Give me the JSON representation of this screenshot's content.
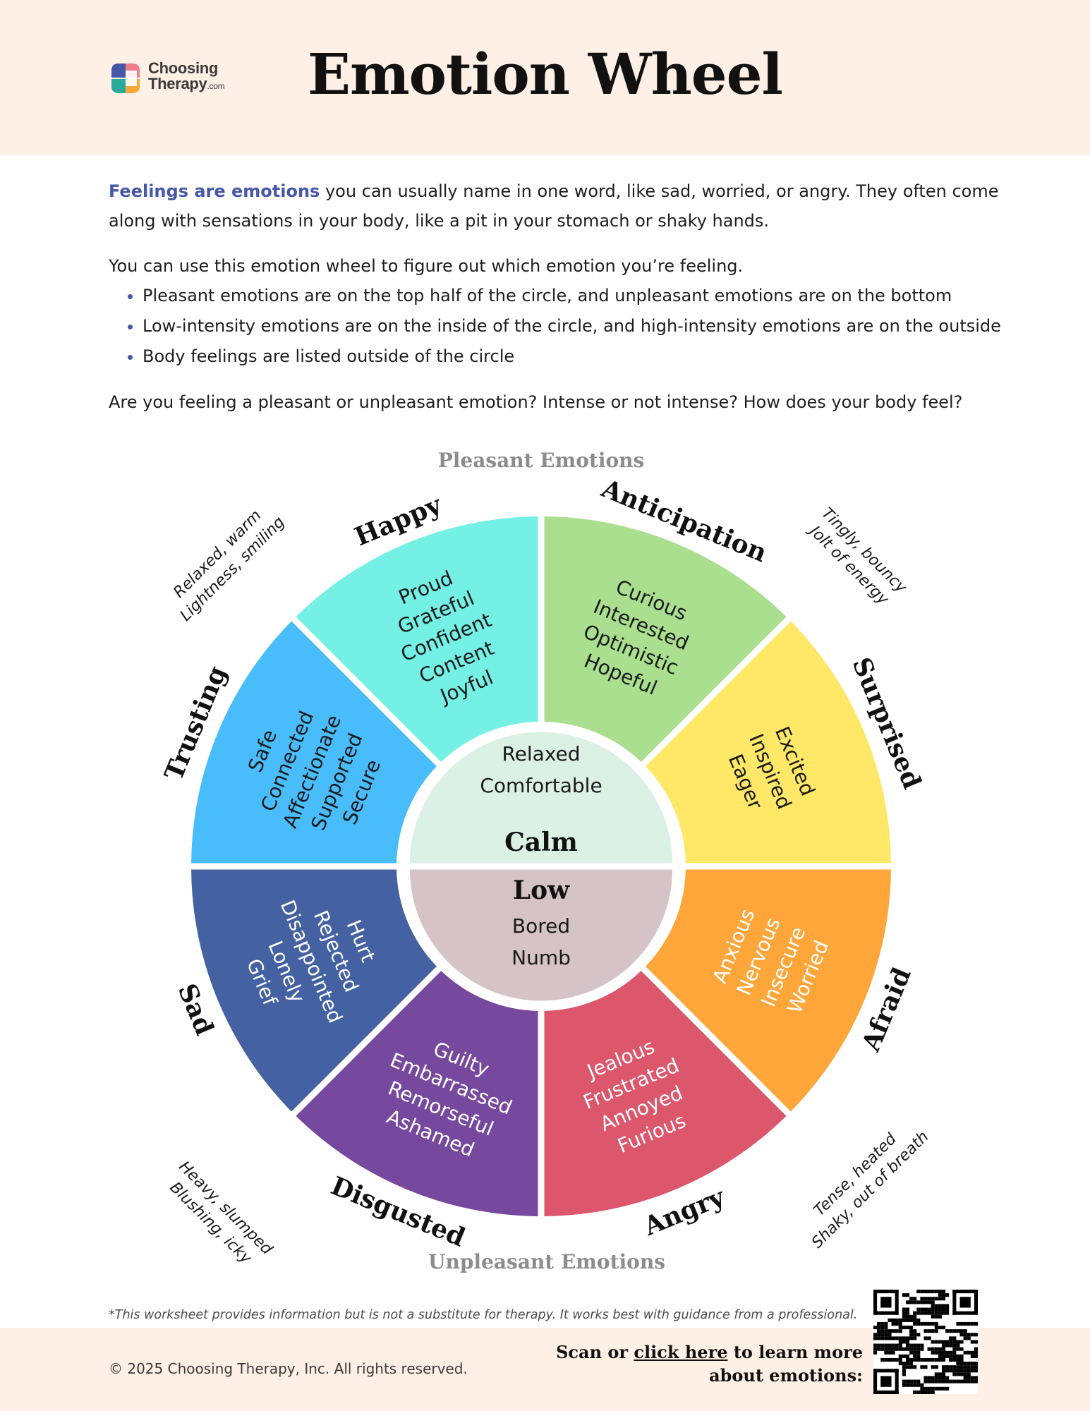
{
  "header": {
    "logo_line1": "Choosing",
    "logo_line2": "Therapy",
    "logo_suffix": ".com",
    "title": "Emotion Wheel"
  },
  "intro": {
    "p1_accent": "Feelings are emotions",
    "p1_rest": " you can usually name in one word, like sad, worried, or angry. They often come along with sensations in your body, like a pit in your stomach or shaky hands.",
    "p2": "You can use this emotion wheel to figure out which emotion you’re feeling.",
    "bullets": [
      "Pleasant emotions are on the top half of the circle, and unpleasant emotions are on the bottom",
      "Low-intensity emotions are on the inside of the circle, and high-intensity emotions are on the outside",
      "Body feelings are listed outside of the circle"
    ],
    "p3": "Are you feeling a pleasant or unpleasant emotion? Intense or not intense? How does your body feel?"
  },
  "wheel": {
    "top_label": "Pleasant Emotions",
    "bottom_label": "Unpleasant Emotions",
    "colors": {
      "happy": "#74f0e4",
      "anticipation": "#a9df8f",
      "surprised": "#ffe867",
      "afraid": "#ffa63b",
      "angry": "#dc566c",
      "disgusted": "#76489e",
      "sad": "#4461a2",
      "trusting": "#49bcfc",
      "calm": "#daf1e4",
      "low": "#d5c3c8"
    },
    "sectors": [
      {
        "key": "happy",
        "name": "Happy",
        "words": [
          "Proud",
          "Grateful",
          "Confident",
          "Content",
          "Joyful"
        ],
        "text_color": "#1a1a1a"
      },
      {
        "key": "anticipation",
        "name": "Anticipation",
        "words": [
          "Curious",
          "Interested",
          "Optimistic",
          "Hopeful"
        ],
        "text_color": "#1a1a1a"
      },
      {
        "key": "surprised",
        "name": "Surprised",
        "words": [
          "Excited",
          "Inspired",
          "Eager"
        ],
        "text_color": "#1a1a1a"
      },
      {
        "key": "afraid",
        "name": "Afraid",
        "words": [
          "Anxious",
          "Nervous",
          "Insecure",
          "Worried"
        ],
        "text_color": "#ffffff"
      },
      {
        "key": "angry",
        "name": "Angry",
        "words": [
          "Jealous",
          "Frustrated",
          "Annoyed",
          "Furious"
        ],
        "text_color": "#ffffff"
      },
      {
        "key": "disgusted",
        "name": "Disgusted",
        "words": [
          "Guilty",
          "Embarrassed",
          "Remorseful",
          "Ashamed"
        ],
        "text_color": "#ffffff"
      },
      {
        "key": "sad",
        "name": "Sad",
        "words": [
          "Hurt",
          "Rejected",
          "Disappointed",
          "Lonely",
          "Grief"
        ],
        "text_color": "#ffffff"
      },
      {
        "key": "trusting",
        "name": "Trusting",
        "words": [
          "Safe",
          "Connected",
          "Affectionate",
          "Supported",
          "Secure"
        ],
        "text_color": "#1a1a1a"
      }
    ],
    "calm": {
      "name": "Calm",
      "words": [
        "Relaxed",
        "Comfortable"
      ]
    },
    "low": {
      "name": "Low",
      "words": [
        "Bored",
        "Numb"
      ]
    },
    "body_feelings": [
      {
        "key": "top-left",
        "lines": [
          "Relaxed, warm",
          "Lightness, smiling"
        ]
      },
      {
        "key": "top-right",
        "lines": [
          "Tingly, bouncy",
          "Jolt of energy"
        ]
      },
      {
        "key": "bottom-left",
        "lines": [
          "Heavy, slumped",
          "Blushing, icky"
        ]
      },
      {
        "key": "bottom-right",
        "lines": [
          "Tense, heated",
          "Shaky, out of breath"
        ]
      }
    ]
  },
  "footer": {
    "disclaimer": "*This worksheet provides information but is not a substitute for therapy. It works best with guidance from a professional.",
    "copyright": "© 2025 Choosing Therapy, Inc. All rights reserved.",
    "cta_before": "Scan or ",
    "cta_link": "click here",
    "cta_after": " to learn more",
    "cta_line2": "about emotions:"
  }
}
